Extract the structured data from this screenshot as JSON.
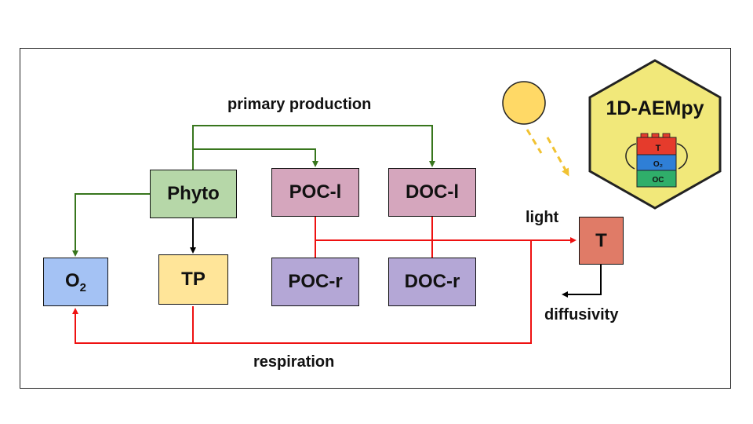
{
  "nodes": {
    "o2": {
      "main": "O",
      "sub": "2",
      "color": "#a4c2f4"
    },
    "tp": {
      "label": "TP",
      "color": "#ffe599"
    },
    "phyto": {
      "label": "Phyto",
      "color": "#b6d7a8"
    },
    "poc_l": {
      "label": "POC-l",
      "color": "#d5a6bd"
    },
    "doc_l": {
      "label": "DOC-l",
      "color": "#d5a6bd"
    },
    "poc_r": {
      "label": "POC-r",
      "color": "#b4a7d6"
    },
    "doc_r": {
      "label": "DOC-r",
      "color": "#b4a7d6"
    },
    "t": {
      "label": "T",
      "color": "#e07b67"
    }
  },
  "labels": {
    "primary_production": "primary production",
    "respiration": "respiration",
    "light": "light",
    "diffusivity": "diffusivity"
  },
  "logo": {
    "title": "1D-AEMpy",
    "brick_top": "T",
    "brick_mid": "O₂",
    "brick_bottom": "OC",
    "background": "#f1e87a"
  },
  "colors": {
    "green_flow": "#38761d",
    "red_flow": "#ee1111",
    "black_flow": "#000000",
    "sun": "#ffd966",
    "sun_ray": "#f1c232"
  }
}
